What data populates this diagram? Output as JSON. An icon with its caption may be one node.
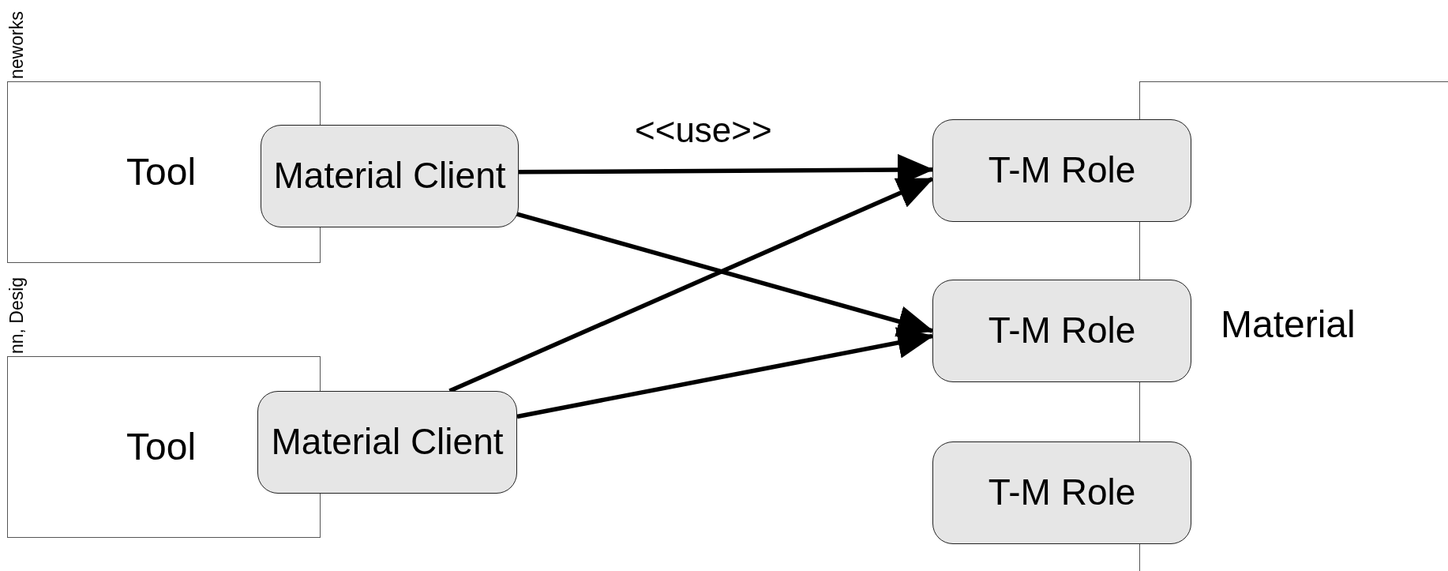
{
  "diagram": {
    "nodes": [
      {
        "text": [
          "Tool"
        ]
      },
      {
        "text": [
          "Material Client"
        ]
      },
      {
        "text": [
          "Tool"
        ]
      },
      {
        "text": [
          "Material Client"
        ]
      },
      {
        "text": [
          "Material"
        ]
      },
      {
        "text": [
          "T-M Role"
        ]
      },
      {
        "text": [
          "T-M Role"
        ]
      },
      {
        "text": [
          "T-M Role"
        ]
      }
    ],
    "edges": [
      {
        "from": 1,
        "to": 5,
        "arrow": "to",
        "label": "<<use>>"
      },
      {
        "from": 1,
        "to": 6,
        "arrow": "to"
      },
      {
        "from": 3,
        "to": 5,
        "arrow": "to"
      },
      {
        "from": 3,
        "to": 6,
        "arrow": "to"
      }
    ],
    "labels": [
      "neworks",
      "nn, Desig"
    ]
  }
}
